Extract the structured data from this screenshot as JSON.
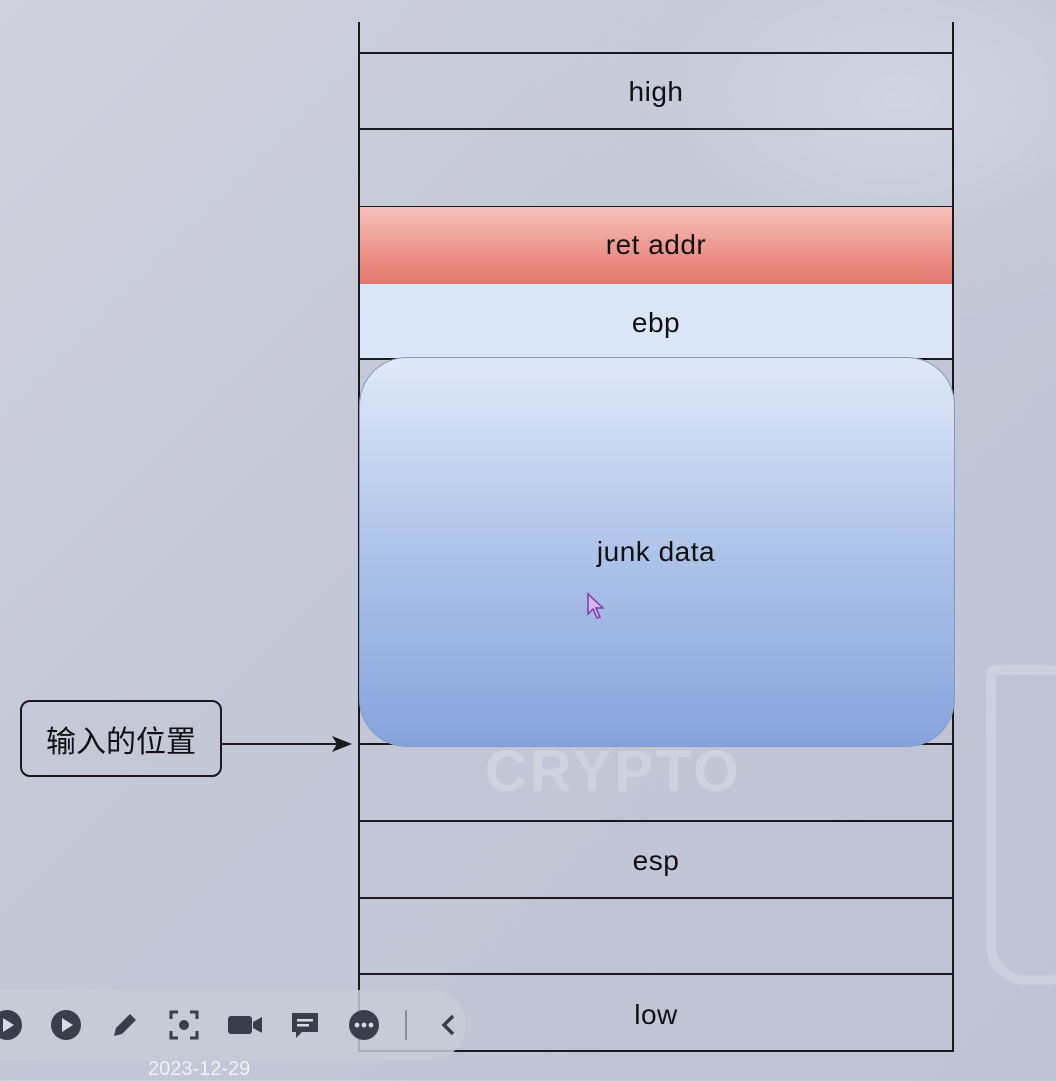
{
  "diagram": {
    "cells": {
      "high": "high",
      "ret_addr": "ret addr",
      "ebp": "ebp",
      "junk_data": "junk data",
      "esp": "esp",
      "low": "low"
    },
    "input_label": "输入的位置",
    "watermark": "CRYPTO",
    "colors": {
      "ret_addr_fill": "#ec8e86",
      "ebp_fill": "#dbe7f8",
      "junk_fill_top": "#e0e9f8",
      "junk_fill_bottom": "#86a4dc",
      "line": "#1a1a1a"
    }
  },
  "toolbar": {
    "icons": [
      "play-icon",
      "pen-icon",
      "screenshot-icon",
      "camera-icon",
      "comment-icon",
      "more-icon",
      "collapse-icon"
    ],
    "date": "2023-12-29"
  }
}
